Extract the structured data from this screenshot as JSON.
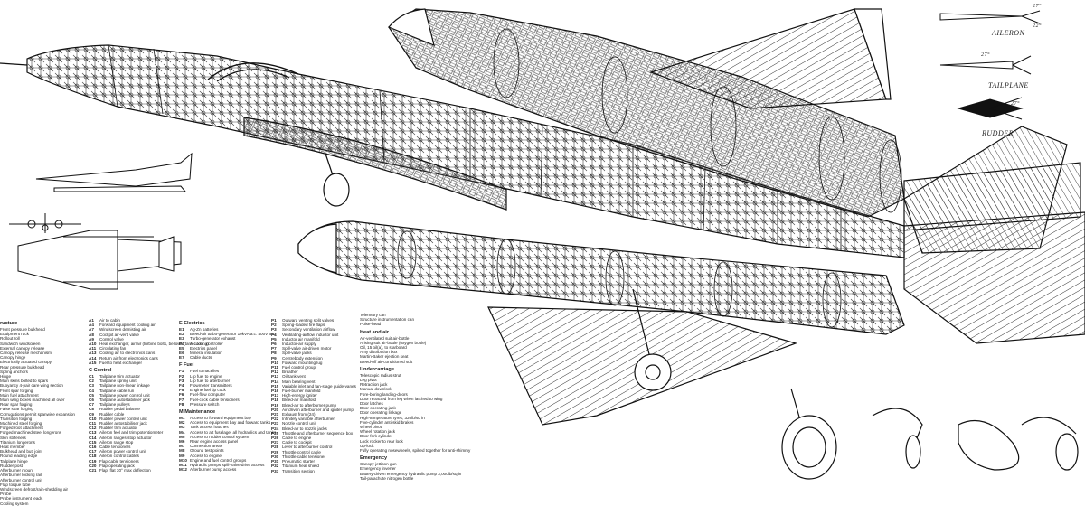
{
  "control_labels": {
    "aileron": "AILERON",
    "tailplane": "TAILPLANE",
    "rudder": "RUDDER",
    "angle_27": "27°",
    "angle_22": "22°"
  },
  "key": {
    "structure": {
      "heading": "ructure",
      "items": [
        "Front pressure bulkhead",
        "Equipment rack",
        "Rollout roll",
        "Sandwich windscreen",
        "External canopy release",
        "Canopy release mechanism",
        "Canopy hinge",
        "Electrically actuated canopy",
        "Rear pressure bulkhead",
        "Spring anchors",
        "Hinge",
        "Main skins bolted to spars",
        "Buoyancy 4-pair care wing section",
        "Front spar forging",
        "Main fuel attachment",
        "Main wing boxes machined all over",
        "Rear spar forging",
        "False spar forging",
        "Corrugations permit spanwise expansion",
        "Transition forging",
        "Machined steel forging",
        "Forged root attachment",
        "Forged machined steel longerons",
        "Skin stiffeners",
        "Titanium longerons",
        "Heat member",
        "Bulkhead and butt joint",
        "Round leading edge",
        "Tailplane hinge",
        "Rudder post",
        "Afterburner mount",
        "Afterburner locking rail",
        "Afterburner control unit",
        "Flap torque tube",
        "Windscreen defrost/rain-shedding air",
        "Probe",
        "Probe instrument leads",
        "Cooling system"
      ]
    },
    "air": {
      "items": [
        {
          "code": "A1",
          "text": "Air to cabin"
        },
        {
          "code": "A4",
          "text": "Forward equipment cooling air"
        },
        {
          "code": "A7",
          "text": "Windscreen demisting air"
        },
        {
          "code": "A8",
          "text": "Cockpit air-vent valve"
        },
        {
          "code": "A9",
          "text": "Control valve"
        },
        {
          "code": "A10",
          "text": "Heat exchanger, air/air (turbine bolts, bellows (tank cooling)"
        },
        {
          "code": "A11",
          "text": "Circulating fan"
        },
        {
          "code": "A13",
          "text": "Cooling air to electronics cans"
        },
        {
          "code": "A14",
          "text": "Return air from electronics cans"
        },
        {
          "code": "A15",
          "text": "Fuel to heat exchanger"
        }
      ]
    },
    "control": {
      "heading": "C  Control",
      "items": [
        {
          "code": "C1",
          "text": "Tailplane trim actuator"
        },
        {
          "code": "C2",
          "text": "Tailplane spring unit"
        },
        {
          "code": "C3",
          "text": "Tailplane non-linear linkage"
        },
        {
          "code": "C4",
          "text": "Tailplane cable run"
        },
        {
          "code": "C5",
          "text": "Tailplane power control unit"
        },
        {
          "code": "C6",
          "text": "Tailplane autostabiliser jack"
        },
        {
          "code": "C7",
          "text": "Tailplane pulleys"
        },
        {
          "code": "C8",
          "text": "Rudder pedal balance"
        },
        {
          "code": "C9",
          "text": "Rudder cable"
        },
        {
          "code": "C10",
          "text": "Rudder power control unit"
        },
        {
          "code": "C11",
          "text": "Rudder autostabiliser jack"
        },
        {
          "code": "C12",
          "text": "Rudder trim actuator"
        },
        {
          "code": "C13",
          "text": "Aileron feel and trim potentiometer"
        },
        {
          "code": "C14",
          "text": "Aileron ranges-stop actuator"
        },
        {
          "code": "C15",
          "text": "Aileron range stop"
        },
        {
          "code": "C16",
          "text": "Cable tensioners"
        },
        {
          "code": "C17",
          "text": "Aileron power control unit"
        },
        {
          "code": "C18",
          "text": "Aileron control cables"
        },
        {
          "code": "C19",
          "text": "Flap cable tensioners"
        },
        {
          "code": "C20",
          "text": "Flap operating jack"
        },
        {
          "code": "C21",
          "text": "Flap, flat 30° max deflection"
        }
      ]
    },
    "electrics": {
      "heading": "E  Electrics",
      "items": [
        {
          "code": "E1",
          "text": "Ag-Zn batteries"
        },
        {
          "code": "E2",
          "text": "Bleed-air turbo-generator 10kVA a.c. 400V a.c."
        },
        {
          "code": "E3",
          "text": "Turbo-generator exhaust"
        },
        {
          "code": "E4",
          "text": "A.c./d.c. controller"
        },
        {
          "code": "E5",
          "text": "Electrics panel"
        },
        {
          "code": "E6",
          "text": "Mineral insulation"
        },
        {
          "code": "E7",
          "text": "Cable ducts"
        }
      ]
    },
    "fuel": {
      "heading": "F  Fuel",
      "items": [
        {
          "code": "F1",
          "text": "Fuel to nacelles"
        },
        {
          "code": "F2",
          "text": "L-p fuel to engine"
        },
        {
          "code": "F3",
          "text": "L-p fuel to afterburner"
        },
        {
          "code": "F4",
          "text": "Flowmeter transmitters"
        },
        {
          "code": "F5",
          "text": "Engine fuel tip cock"
        },
        {
          "code": "F6",
          "text": "Fuel-flow computer"
        },
        {
          "code": "F7",
          "text": "Fuel-cock cable tensioners"
        },
        {
          "code": "F8",
          "text": "Pressure switch"
        }
      ]
    },
    "maintenance": {
      "heading": "M  Maintenance",
      "items": [
        {
          "code": "M1",
          "text": "Access to forward equipment bay"
        },
        {
          "code": "M2",
          "text": "Access to equipment bay and forward tanks"
        },
        {
          "code": "M3",
          "text": "Tank access hatches"
        },
        {
          "code": "M4",
          "text": "Access to aft fuselage, all hydraulics and tanks"
        },
        {
          "code": "M5",
          "text": "Access to rudder control system"
        },
        {
          "code": "M6",
          "text": "Rear engine access panel"
        },
        {
          "code": "M7",
          "text": "Connection areas"
        },
        {
          "code": "M8",
          "text": "Ground test points"
        },
        {
          "code": "M9",
          "text": "Access to engine"
        },
        {
          "code": "M10",
          "text": "Engine and fuel control groups"
        },
        {
          "code": "M11",
          "text": "Hydraulic pumps spill-valve drive access"
        },
        {
          "code": "M12",
          "text": "Afterburner pump access"
        }
      ]
    },
    "pneumatic": {
      "items": [
        {
          "code": "P1",
          "text": "Outward venting split valves"
        },
        {
          "code": "P2",
          "text": "Spring-loaded fire flaps"
        },
        {
          "code": "P3",
          "text": "Secondary ventilation airflow"
        },
        {
          "code": "P4",
          "text": "Ventilating-airflow inductor unit"
        },
        {
          "code": "P5",
          "text": "Inductor air manifold"
        },
        {
          "code": "P6",
          "text": "Inductor-air supply"
        },
        {
          "code": "P7",
          "text": "Spill-valve air-driven motor"
        },
        {
          "code": "P8",
          "text": "Spill-valve jacks"
        },
        {
          "code": "P9",
          "text": "Centrebody extension"
        },
        {
          "code": "P10",
          "text": "Forward mounting lug"
        },
        {
          "code": "P11",
          "text": "Fuel control group"
        },
        {
          "code": "P12",
          "text": "Breather"
        },
        {
          "code": "P13",
          "text": "Oil-tank vent"
        },
        {
          "code": "P14",
          "text": "Main bearing vent"
        },
        {
          "code": "P15",
          "text": "Variable inlet and fan-stage guide-vanes"
        },
        {
          "code": "P16",
          "text": "Fuel-burner manifold"
        },
        {
          "code": "P17",
          "text": "High-energy igniter"
        },
        {
          "code": "P18",
          "text": "Bleed-air manifold"
        },
        {
          "code": "P19",
          "text": "Bleed-air to afterburner pump"
        },
        {
          "code": "P20",
          "text": "Air-driven afterburner and igniter pump"
        },
        {
          "code": "P21",
          "text": "Exhaust from (24)"
        },
        {
          "code": "P22",
          "text": "Infinitely variable afterburner"
        },
        {
          "code": "P23",
          "text": "Nozzle control unit"
        },
        {
          "code": "P24",
          "text": "Bleed-air to nozzle jacks"
        },
        {
          "code": "P25",
          "text": "Throttle and afterburner sequence box"
        },
        {
          "code": "P26",
          "text": "Cable to engine"
        },
        {
          "code": "P27",
          "text": "Cable to cockpit"
        },
        {
          "code": "P28",
          "text": "Lever to afterburner control"
        },
        {
          "code": "P29",
          "text": "Throttle control cable"
        },
        {
          "code": "P30",
          "text": "Throttle cable tensioner"
        },
        {
          "code": "P31",
          "text": "Pneumatic starter"
        },
        {
          "code": "P32",
          "text": "Titanium heat shield"
        },
        {
          "code": "P33",
          "text": "Transition section"
        }
      ]
    },
    "telemetry": {
      "items": [
        "Telemetry can",
        "Structure instrumentation can",
        "Pulse-head"
      ]
    },
    "heat_and_air": {
      "heading": "Heat and air",
      "items": [
        "Air-ventilated suit air-bottle",
        "Arising suit air-bottle (oxygen bottle)",
        "Oil, 15 oil(a), to starboard",
        "Amy distribution box",
        "Martin-Baker ejection seat",
        "Bleed-off air-conditioned suit"
      ]
    },
    "undercarriage": {
      "heading": "Undercarriage",
      "items": [
        "Telescopic radius strut",
        "Leg pivot",
        "Retraction jack",
        "Manual downlock",
        "Fore-boring landing-doors",
        "Door retracted from leg when latched to wing",
        "Door latches",
        "Door operating jack",
        "Door operating linkage",
        "High-temperature tyres, 320lb/sq in",
        "Five-cylinder anti-skid brakes",
        "Wheel pivot",
        "Wheel rotation jack",
        "Door fork cylinder",
        "Lock rocker to rear lock",
        "Up-lock",
        "Fully operating nosewheels, spiked together for anti-shimmy"
      ]
    },
    "emergency": {
      "heading": "Emergency",
      "items": [
        "Canopy jettison gun",
        "Emergency inverter",
        "Battery-driven emergency hydraulic pump 3,000lb/sq in",
        "Tail-parachute nitrogen bottle"
      ]
    }
  }
}
